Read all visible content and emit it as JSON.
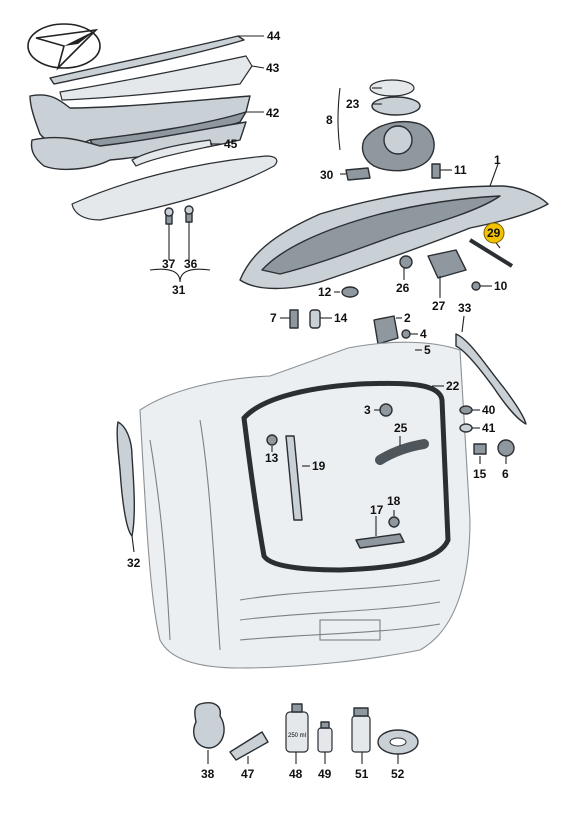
{
  "diagram": {
    "highlight_color": "#f2c200",
    "labels": {
      "l44": "44",
      "l43": "43",
      "l42": "42",
      "l45": "45",
      "l37": "37",
      "l36": "36",
      "l31": "31",
      "l23": "23",
      "l8": "8",
      "l11": "11",
      "l30": "30",
      "l1": "1",
      "l29": "29",
      "l12": "12",
      "l26": "26",
      "l27": "27",
      "l10": "10",
      "l7": "7",
      "l14": "14",
      "l33": "33",
      "l2": "2",
      "l4": "4",
      "l5": "5",
      "l22": "22",
      "l3": "3",
      "l40": "40",
      "l41": "41",
      "l25": "25",
      "l13": "13",
      "l19": "19",
      "l15": "15",
      "l6": "6",
      "l18": "18",
      "l17": "17",
      "l32": "32",
      "l38": "38",
      "l47": "47",
      "l48": "48",
      "l49": "49",
      "l51": "51",
      "l52": "52"
    },
    "bottle_text": "250 ml"
  }
}
